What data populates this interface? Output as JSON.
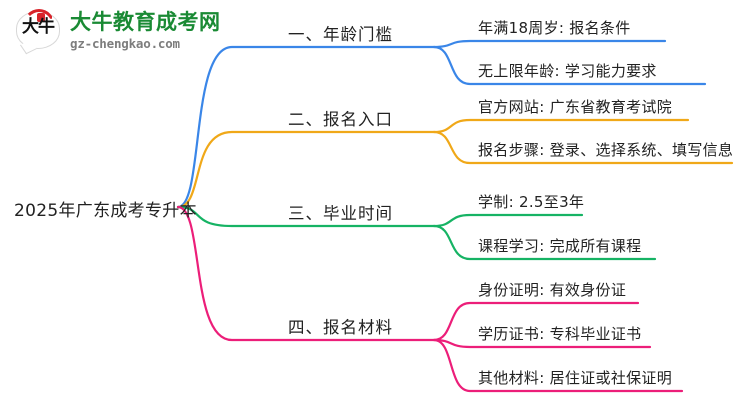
{
  "logo": {
    "mark_text": "大牛",
    "name_cn": "大牛教育成考网",
    "name_en": "gz-chengkao.com",
    "brand_green": "#1a8a34",
    "brand_red": "#d8232a"
  },
  "mindmap": {
    "root": "2025年广东成考专升本",
    "branches": [
      {
        "index": "一",
        "label": "一、年龄门槛",
        "color": "#3a86e8",
        "leaves": [
          "年满18周岁: 报名条件",
          "无上限年龄: 学习能力要求"
        ]
      },
      {
        "index": "二",
        "label": "二、报名入口",
        "color": "#f0a818",
        "leaves": [
          "官方网站: 广东省教育考试院",
          "报名步骤: 登录、选择系统、填写信息"
        ]
      },
      {
        "index": "三",
        "label": "三、毕业时间",
        "color": "#16b364",
        "leaves": [
          "学制: 2.5至3年",
          "课程学习: 完成所有课程"
        ]
      },
      {
        "index": "四",
        "label": "四、报名材料",
        "color": "#ec1e79",
        "leaves": [
          "身份证明: 有效身份证",
          "学历证书: 专科毕业证书",
          "其他材料: 居住证或社保证明"
        ]
      }
    ]
  }
}
